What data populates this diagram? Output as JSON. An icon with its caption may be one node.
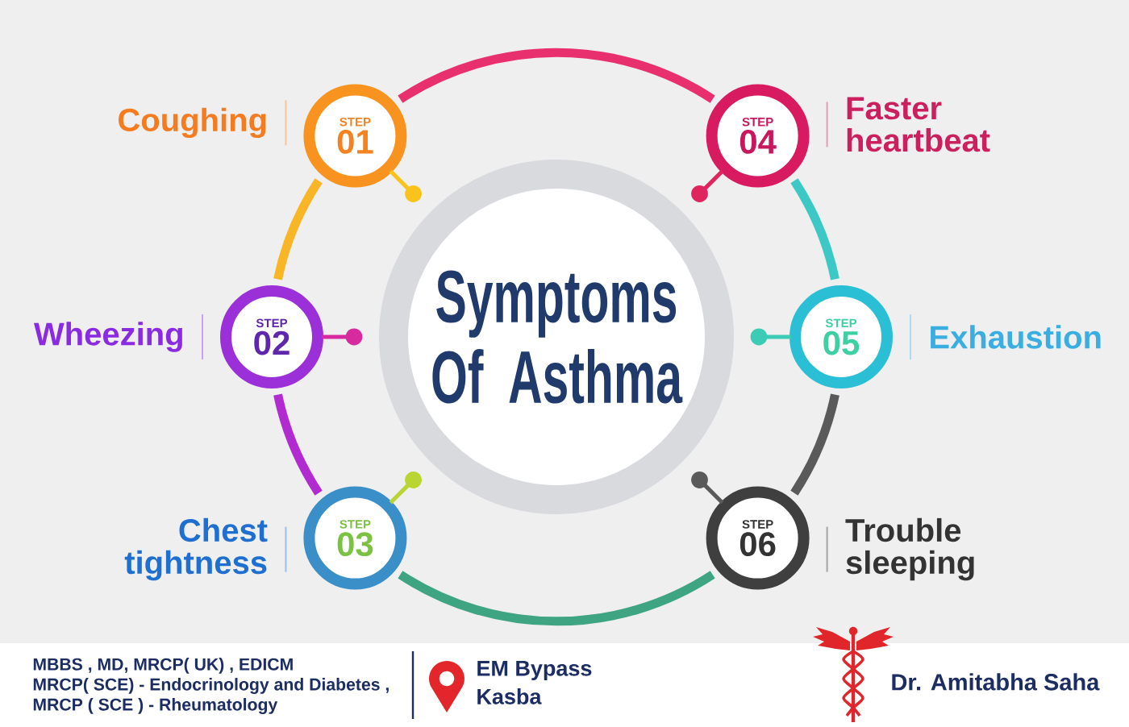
{
  "diagram": {
    "nodes": [
      {
        "text": [
          "Symptoms Of Asthma"
        ]
      },
      {
        "text": [
          "STEP",
          "01"
        ],
        "beside": [
          "Coughing"
        ]
      },
      {
        "text": [
          "STEP",
          "02"
        ],
        "beside": [
          "Wheezing"
        ]
      },
      {
        "text": [
          "STEP",
          "03"
        ],
        "beside": [
          "Chest tightness"
        ]
      },
      {
        "text": [
          "STEP",
          "04"
        ],
        "beside": [
          "Faster heartbeat"
        ]
      },
      {
        "text": [
          "STEP",
          "05"
        ],
        "beside": [
          "Exhaustion"
        ]
      },
      {
        "text": [
          "STEP",
          "06"
        ],
        "beside": [
          "Trouble sleeping"
        ]
      }
    ],
    "edges": [
      {
        "from": 1,
        "to": 4,
        "arrow": "none",
        "color": "#e8306f"
      },
      {
        "from": 1,
        "to": 2,
        "arrow": "none",
        "color": "#f8b526"
      },
      {
        "from": 2,
        "to": 3,
        "arrow": "none",
        "color": "#b22bd0"
      },
      {
        "from": 3,
        "to": 6,
        "arrow": "none",
        "color": "#3fa482"
      },
      {
        "from": 6,
        "to": 5,
        "arrow": "none",
        "color": "#5a5a5a"
      },
      {
        "from": 5,
        "to": 4,
        "arrow": "none",
        "color": "#3cc8c4"
      }
    ],
    "labels": [
      "MBBS , MD, MRCP( UK) , EDICM",
      "MRCP( SCE) - Endocrinology and Diabetes ,",
      "MRCP ( SCE ) - Rheumatology",
      "EM Bypass",
      "Kasba",
      "Dr. Amitabha Saha"
    ]
  }
}
